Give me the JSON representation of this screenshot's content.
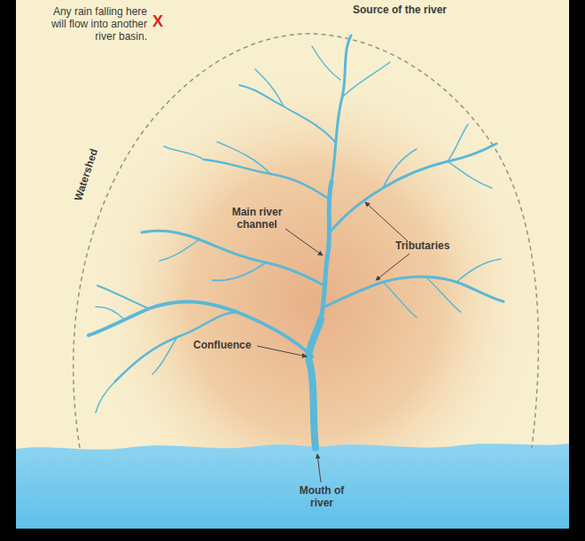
{
  "diagram": {
    "labels": [
      "Any rain falling here will flow into another river basin.",
      "X",
      "Source of the river",
      "Watershed",
      "Main river channel",
      "Tributaries",
      "Confluence",
      "Mouth of river"
    ]
  }
}
